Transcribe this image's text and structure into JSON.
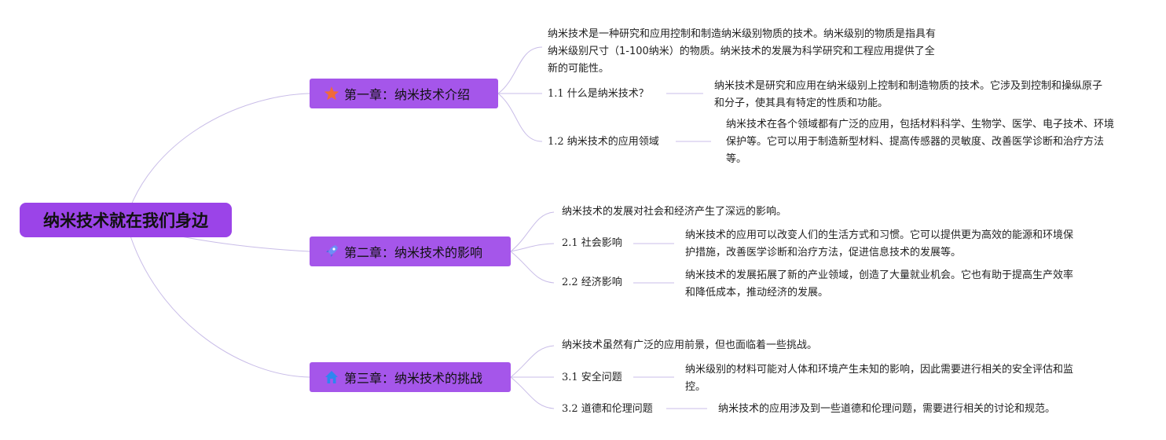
{
  "root": {
    "title": "纳米技术就在我们身边"
  },
  "chapters": [
    {
      "title": "第一章：纳米技术介绍",
      "icon": "star-icon",
      "intro": "纳米技术是一种研究和应用控制和制造纳米级别物质的技术。纳米级别的物质是指具有纳米级别尺寸（1-100纳米）的物质。纳米技术的发展为科学研究和工程应用提供了全新的可能性。",
      "sections": [
        {
          "label": "1.1 什么是纳米技术？",
          "detail": "纳米技术是研究和应用在纳米级别上控制和制造物质的技术。它涉及到控制和操纵原子和分子，使其具有特定的性质和功能。"
        },
        {
          "label": "1.2 纳米技术的应用领域",
          "detail": "纳米技术在各个领域都有广泛的应用，包括材料科学、生物学、医学、电子技术、环境保护等。它可以用于制造新型材料、提高传感器的灵敏度、改善医学诊断和治疗方法等。"
        }
      ]
    },
    {
      "title": "第二章：纳米技术的影响",
      "icon": "rocket-icon",
      "intro": "纳米技术的发展对社会和经济产生了深远的影响。",
      "sections": [
        {
          "label": "2.1 社会影响",
          "detail": "纳米技术的应用可以改变人们的生活方式和习惯。它可以提供更为高效的能源和环境保护措施，改善医学诊断和治疗方法，促进信息技术的发展等。"
        },
        {
          "label": "2.2 经济影响",
          "detail": "纳米技术的发展拓展了新的产业领域，创造了大量就业机会。它也有助于提高生产效率和降低成本，推动经济的发展。"
        }
      ]
    },
    {
      "title": "第三章：纳米技术的挑战",
      "icon": "house-icon",
      "intro": "纳米技术虽然有广泛的应用前景，但也面临着一些挑战。",
      "sections": [
        {
          "label": "3.1 安全问题",
          "detail": "纳米级别的材料可能对人体和环境产生未知的影响，因此需要进行相关的安全评估和监控。"
        },
        {
          "label": "3.2 道德和伦理问题",
          "detail": "纳米技术的应用涉及到一些道德和伦理问题，需要进行相关的讨论和规范。"
        }
      ]
    }
  ],
  "colors": {
    "root": "#9b44e8",
    "chapter": "#a556ea",
    "link": "#c9bde8"
  }
}
